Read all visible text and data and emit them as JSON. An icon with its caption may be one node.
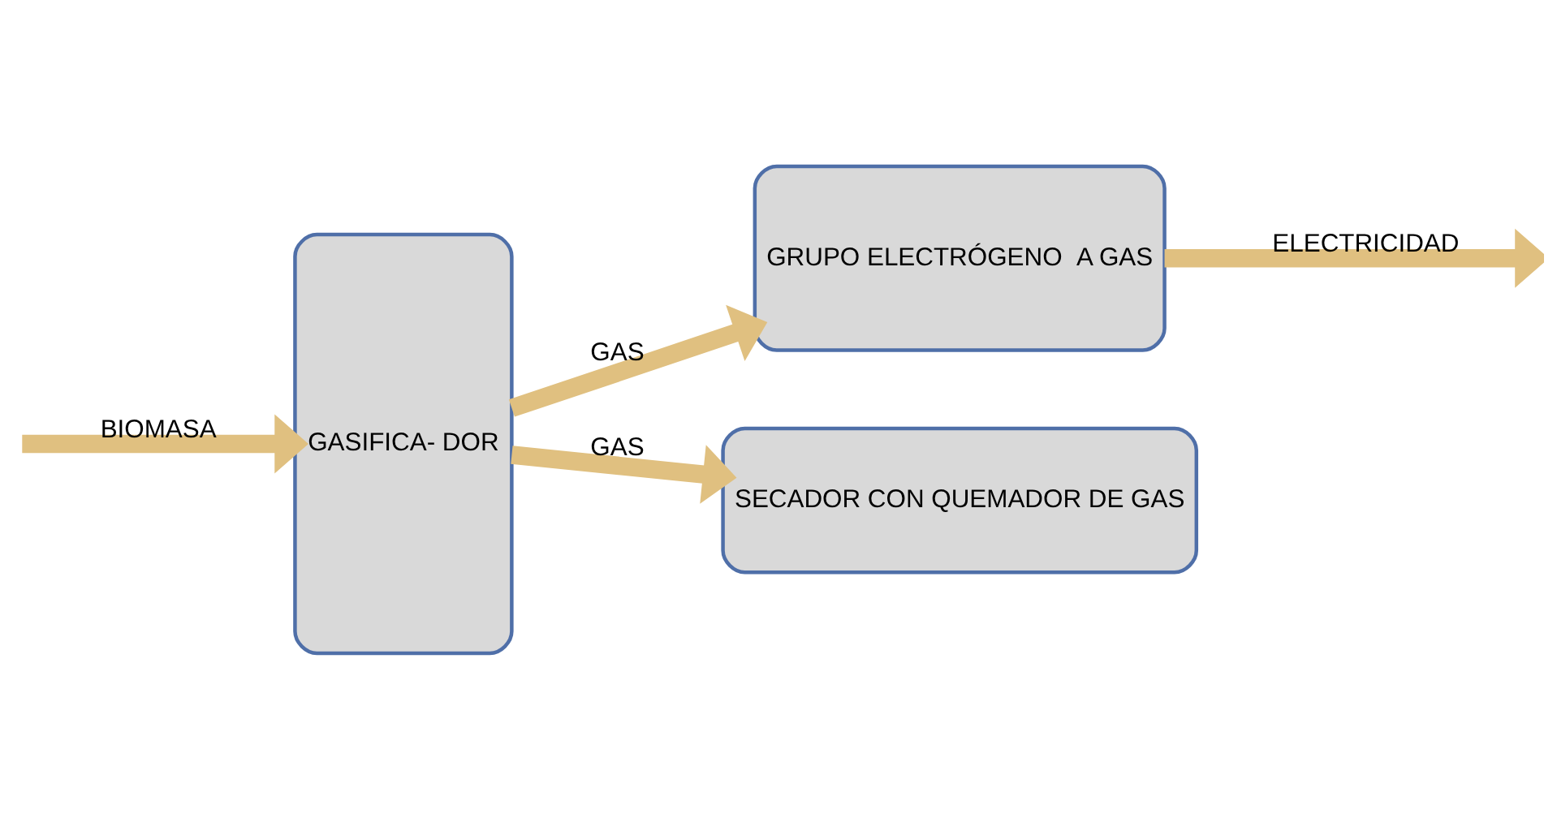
{
  "diagram": {
    "nodes": [
      {
        "text": [
          "GASIFICA- DOR"
        ]
      },
      {
        "text": [
          "GRUPO ELECTRÓGENO  A GAS"
        ]
      },
      {
        "text": [
          "SECADOR CON QUEMADOR DE GAS"
        ]
      }
    ],
    "edges": [
      {
        "from": null,
        "to": 0,
        "arrow": "to",
        "label": "BIOMASA"
      },
      {
        "from": 0,
        "to": 1,
        "arrow": "to",
        "label": "GAS"
      },
      {
        "from": 1,
        "to": null,
        "arrow": "to",
        "label": "ELECTRICIDAD"
      },
      {
        "from": 0,
        "to": 2,
        "arrow": "to",
        "label": "GAS"
      }
    ]
  }
}
